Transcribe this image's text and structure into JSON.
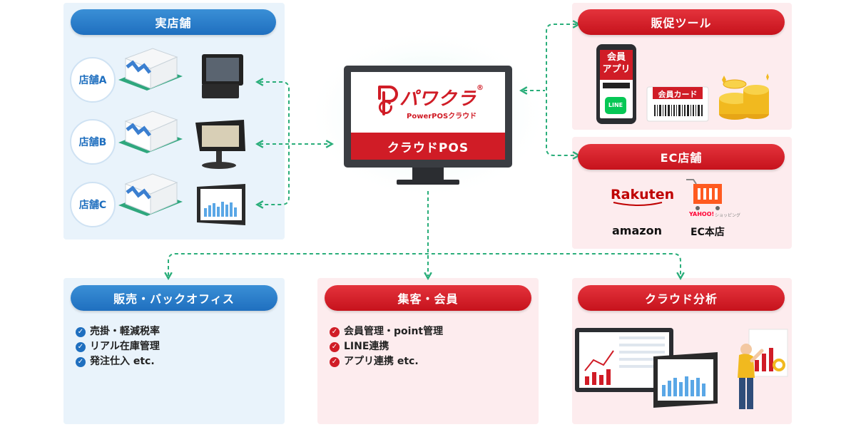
{
  "jitsu_tenpo": {
    "title": "実店舗",
    "stores": [
      "店舗A",
      "店舗B",
      "店舗C"
    ]
  },
  "center": {
    "logo_main": "パワクラ",
    "logo_reg": "®",
    "logo_sub": "PowerPOSクラウド",
    "screen_label": "クラウドPOS"
  },
  "hansoku": {
    "title": "販促ツール",
    "app_label_1": "会員",
    "app_label_2": "アプリ",
    "line_label": "LINE",
    "card_label": "会員カード"
  },
  "ec": {
    "title": "EC店舗",
    "rakuten": "Rakuten",
    "yahoo": "YAHOO!",
    "yahoo_sub": "ショッピング",
    "amazon": "amazon",
    "honten": "EC本店"
  },
  "backoffice": {
    "title": "販売・バックオフィス",
    "items": [
      "売掛・軽減税率",
      "リアル在庫管理",
      "発注仕入 etc."
    ]
  },
  "shukyaku": {
    "title": "集客・会員",
    "items": [
      "会員管理・point管理",
      "LINE連携",
      "アプリ連携 etc."
    ]
  },
  "analysis": {
    "title": "クラウド分析"
  },
  "colors": {
    "blue": "#1f6fbf",
    "red": "#d01c26",
    "connector": "#2aae7a",
    "panel_blue": "#e9f3fb",
    "panel_pink": "#fdecee"
  }
}
